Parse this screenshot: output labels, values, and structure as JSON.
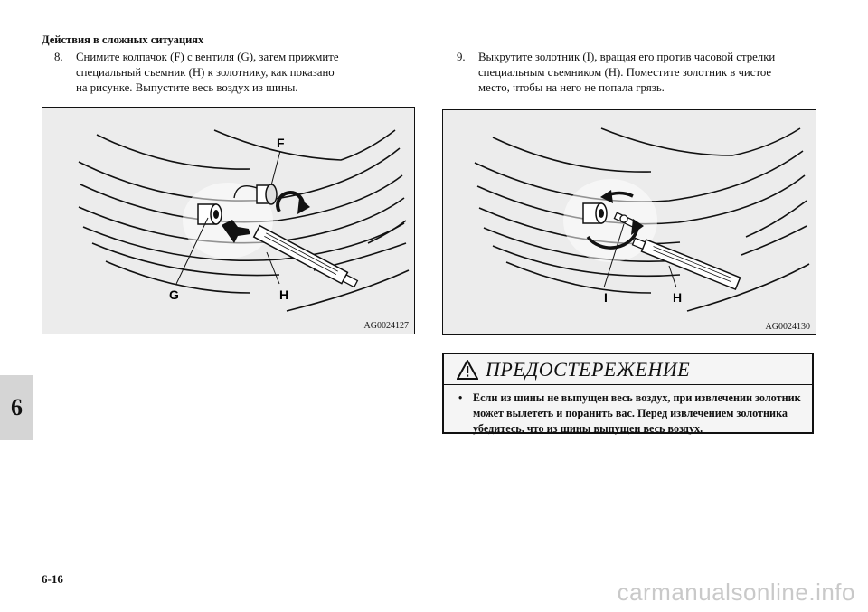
{
  "header": {
    "section_title": "Действия в сложных ситуациях"
  },
  "steps": [
    {
      "num": "8.",
      "lines": [
        "Снимите колпачок (F) с вентиля (G), затем прижмите",
        "специальный съемник (H) к золотнику, как показано",
        "на рисунке. Выпустите весь воздух из шины."
      ]
    },
    {
      "num": "9.",
      "lines": [
        "Выкрутите золотник (I), вращая его против часовой стрелки",
        "специальным съемником (H). Поместите золотник в чистое",
        "место, чтобы на него не попала грязь."
      ]
    }
  ],
  "figures": [
    {
      "code": "AG0024127",
      "labels": {
        "f": "F",
        "g": "G",
        "h": "H"
      }
    },
    {
      "code": "AG0024130",
      "labels": {
        "i": "I",
        "h": "H"
      }
    }
  ],
  "chapter_tab": "6",
  "warning": {
    "title": "ПРЕДОСТЕРЕЖЕНИЕ",
    "bullet": "•",
    "lines": [
      "Если из шины не выпущен весь воздух, при извлечении золотник",
      "может вылететь и поранить вас. Перед извлечением золотника",
      "убедитесь, что из шины выпущен весь воздух."
    ]
  },
  "page_number": "6-16",
  "watermark": "carmanualsonline.info"
}
